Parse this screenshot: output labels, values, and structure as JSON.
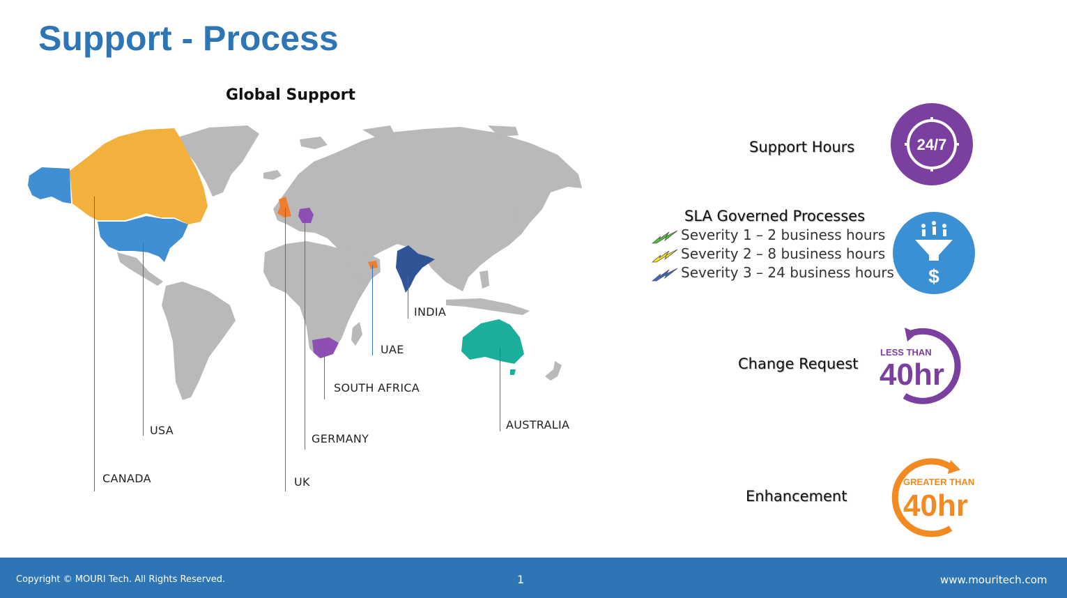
{
  "slide": {
    "title": "Support - Process",
    "map_title": "Global Support"
  },
  "map": {
    "countries": [
      {
        "id": "canada",
        "label": "CANADA",
        "color": "#f2b13d"
      },
      {
        "id": "usa",
        "label": "USA",
        "color": "#3f8fd2"
      },
      {
        "id": "uk",
        "label": "UK",
        "color": "#ef7d2d"
      },
      {
        "id": "germany",
        "label": "GERMANY",
        "color": "#8e4fb4"
      },
      {
        "id": "south_africa",
        "label": "SOUTH AFRICA",
        "color": "#8e4fb4"
      },
      {
        "id": "uae",
        "label": "UAE",
        "color": "#ef7d2d"
      },
      {
        "id": "india",
        "label": "INDIA",
        "color": "#2f5597"
      },
      {
        "id": "australia",
        "label": "AUSTRALIA",
        "color": "#1aaf9a"
      }
    ],
    "base_color": "#b9b9b9"
  },
  "services": {
    "support_hours": {
      "label": "Support Hours",
      "badge": "24/7",
      "color": "#7b3fa0"
    },
    "sla": {
      "label": "SLA Governed Processes",
      "color": "#3b8fd3",
      "items": [
        {
          "text": "Severity 1 – 2 business hours",
          "color": "#4cc02a"
        },
        {
          "text": "Severity 2 – 8 business hours",
          "color": "#f7e51b"
        },
        {
          "text": "Severity 3 – 24 business hours",
          "color": "#3a64c8"
        }
      ]
    },
    "change_request": {
      "label": "Change Request",
      "badge_top": "LESS THAN",
      "badge_main": "40hr",
      "color": "#7b3fa0"
    },
    "enhancement": {
      "label": "Enhancement",
      "badge_top": "GREATER THAN",
      "badge_main": "40hr",
      "color": "#f28a21"
    }
  },
  "footer": {
    "copyright": "Copyright © MOURI Tech. All Rights Reserved.",
    "page_number": "1",
    "website": "www.mouritech.com",
    "color": "#2e75b6"
  }
}
